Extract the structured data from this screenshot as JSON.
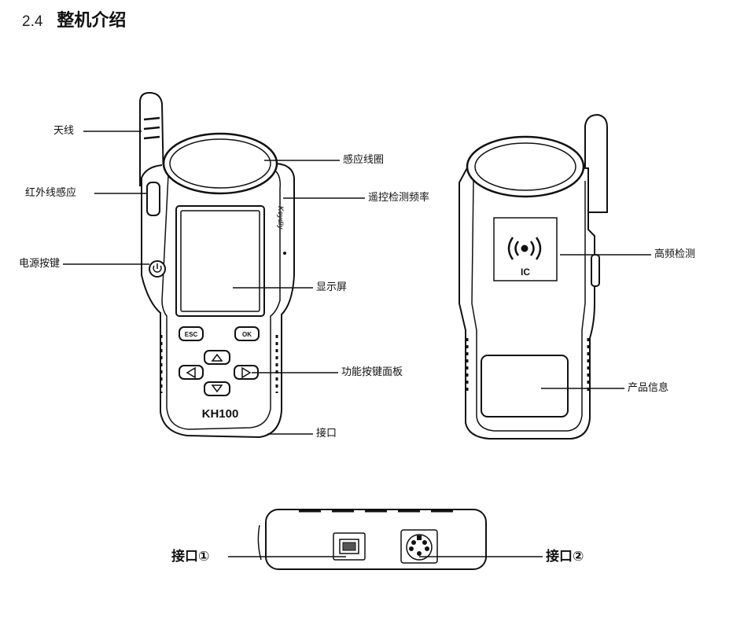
{
  "section": {
    "number": "2.4",
    "title": "整机介绍"
  },
  "device": {
    "model": "KH100",
    "brand": "Keydiy",
    "keys": {
      "esc": "ESC",
      "ok": "OK"
    },
    "ic_badge": "IC"
  },
  "labels": {
    "antenna": "天线",
    "infrared": "红外线感应",
    "power_key": "电源按键",
    "coil": "感应线圈",
    "remote_freq": "遥控检测频率",
    "display": "显示屏",
    "keypad": "功能按键面板",
    "port": "接口",
    "hf_detect": "高频检测",
    "product_info": "产品信息",
    "port1": "接口①",
    "port2": "接口②"
  }
}
